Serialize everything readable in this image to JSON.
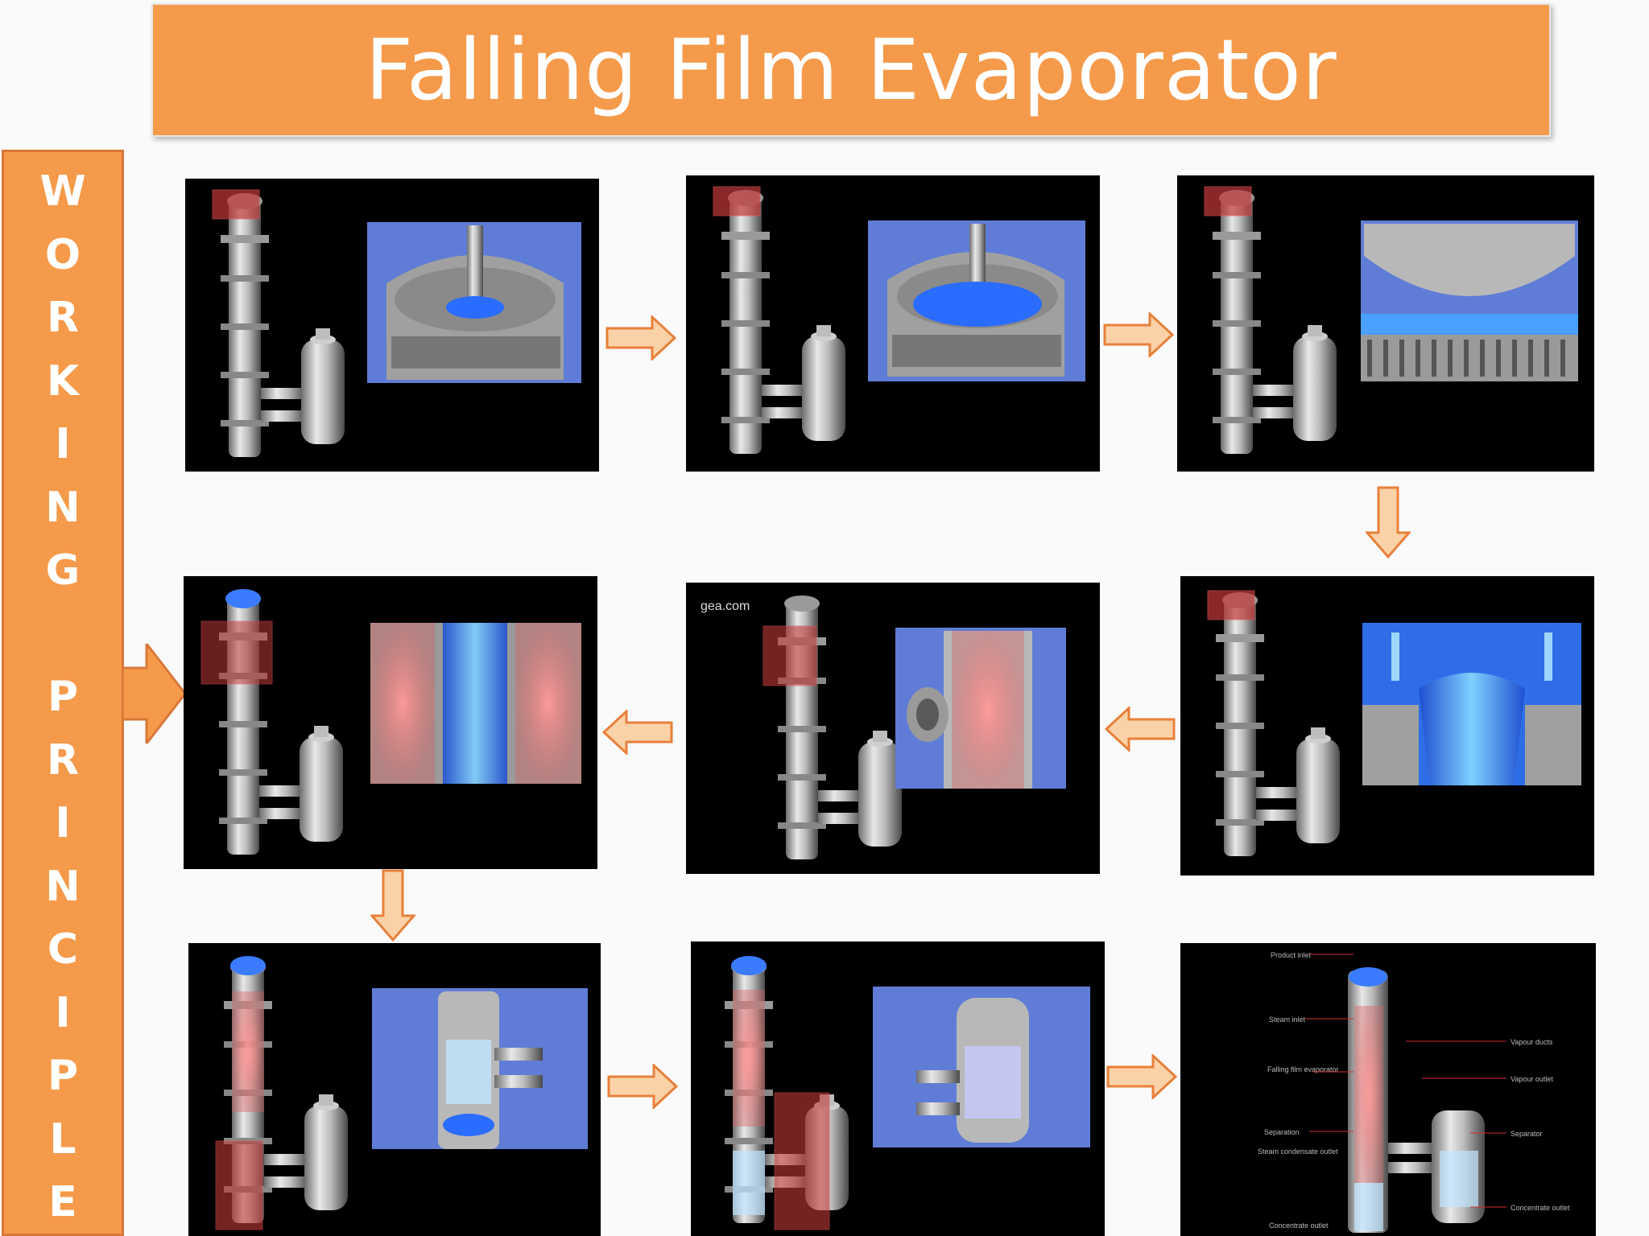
{
  "slide": {
    "title": "Falling Film Evaporator",
    "side_label_top": [
      "W",
      "O",
      "R",
      "K",
      "I",
      "N",
      "G"
    ],
    "side_label_bottom": [
      "P",
      "R",
      "I",
      "N",
      "C",
      "I",
      "P",
      "L",
      "E"
    ]
  },
  "panels": [
    {
      "id": "step-1",
      "detail": "feed-distributor-top"
    },
    {
      "id": "step-2",
      "detail": "feed-distributor-filling"
    },
    {
      "id": "step-3",
      "detail": "distribution-plate"
    },
    {
      "id": "step-4",
      "detail": "tube-inlet-film"
    },
    {
      "id": "step-5",
      "detail": "steam-heating-jacket",
      "watermark": "gea.com"
    },
    {
      "id": "step-6",
      "detail": "tube-film-heating"
    },
    {
      "id": "step-7",
      "detail": "bottom-separation"
    },
    {
      "id": "step-8",
      "detail": "separator-vessel"
    },
    {
      "id": "step-9",
      "detail": "labelled-overview"
    }
  ],
  "overview_labels": {
    "product_inlet": "Product inlet",
    "steam_inlet": "Steam inlet",
    "falling_film": "Falling film evaporator",
    "separation": "Separation",
    "steam_condensate": "Steam condensate outlet",
    "concentrate_outlet_bottom": "Concentrate outlet",
    "vapour_ducts": "Vapour ducts",
    "vapour_outlet": "Vapour outlet",
    "separator": "Separator",
    "concentrate_outlet": "Concentrate outlet"
  },
  "colors": {
    "accent": "#f59a4a",
    "arrow_fill": "#fbd2a8",
    "arrow_stroke": "#e8803a",
    "panel_bg": "#000000",
    "detail_bg": "#5f7dd6"
  }
}
